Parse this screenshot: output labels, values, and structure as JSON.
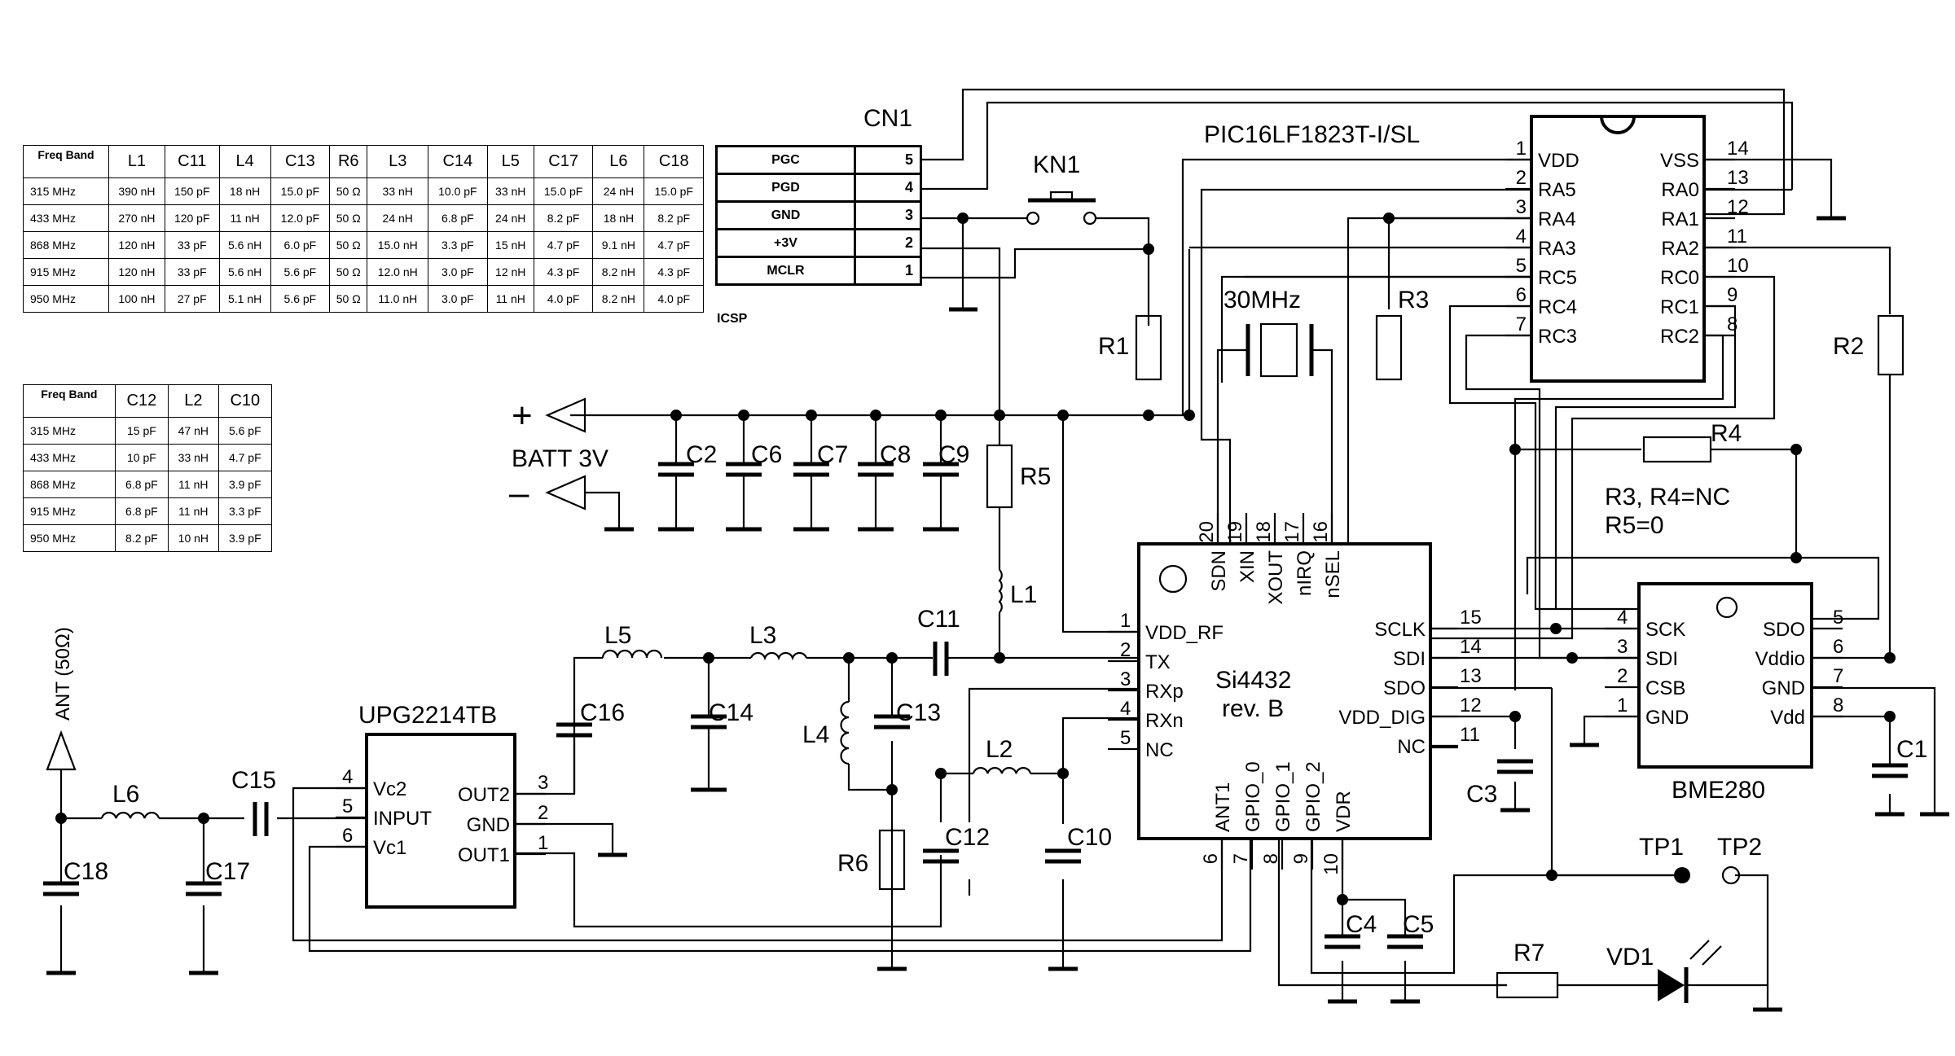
{
  "tables": {
    "table1": {
      "headers": [
        "Freq Band",
        "L1",
        "C11",
        "L4",
        "C13",
        "R6",
        "L3",
        "C14",
        "L5",
        "C17",
        "L6",
        "C18"
      ],
      "rows": [
        [
          "315 MHz",
          "390 nH",
          "150 pF",
          "18 nH",
          "15.0 pF",
          "50 Ω",
          "33 nH",
          "10.0 pF",
          "33 nH",
          "15.0 pF",
          "24 nH",
          "15.0 pF"
        ],
        [
          "433 MHz",
          "270 nH",
          "120 pF",
          "11 nH",
          "12.0 pF",
          "50 Ω",
          "24 nH",
          "6.8 pF",
          "24 nH",
          "8.2 pF",
          "18 nH",
          "8.2 pF"
        ],
        [
          "868 MHz",
          "120 nH",
          "33 pF",
          "5.6 nH",
          "6.0 pF",
          "50 Ω",
          "15.0 nH",
          "3.3 pF",
          "15 nH",
          "4.7 pF",
          "9.1 nH",
          "4.7 pF"
        ],
        [
          "915 MHz",
          "120 nH",
          "33 pF",
          "5.6 nH",
          "5.6 pF",
          "50 Ω",
          "12.0 nH",
          "3.0 pF",
          "12 nH",
          "4.3 pF",
          "8.2 nH",
          "4.3 pF"
        ],
        [
          "950 MHz",
          "100 nH",
          "27 pF",
          "5.1 nH",
          "5.6 pF",
          "50 Ω",
          "11.0 nH",
          "3.0 pF",
          "11 nH",
          "4.0 pF",
          "8.2 nH",
          "4.0 pF"
        ]
      ]
    },
    "table2": {
      "headers": [
        "Freq Band",
        "C12",
        "L2",
        "C10"
      ],
      "rows": [
        [
          "315 MHz",
          "15 pF",
          "47 nH",
          "5.6 pF"
        ],
        [
          "433 MHz",
          "10 pF",
          "33 nH",
          "4.7 pF"
        ],
        [
          "868 MHz",
          "6.8 pF",
          "11 nH",
          "3.9 pF"
        ],
        [
          "915 MHz",
          "6.8 pF",
          "11 nH",
          "3.3 pF"
        ],
        [
          "950 MHz",
          "8.2 pF",
          "10 nH",
          "3.9 pF"
        ]
      ]
    }
  },
  "cn1": {
    "title": "CN1",
    "subtitle": "ICSP",
    "rows": [
      {
        "label": "PGC",
        "pin": "5"
      },
      {
        "label": "PGD",
        "pin": "4"
      },
      {
        "label": "GND",
        "pin": "3"
      },
      {
        "label": "+3V",
        "pin": "2"
      },
      {
        "label": "MCLR",
        "pin": "1"
      }
    ]
  },
  "labels": {
    "kn1": "KN1",
    "pic_name": "PIC16LF1823T-I/SL",
    "crystal": "30MHz",
    "r1": "R1",
    "r2": "R2",
    "r3": "R3",
    "r4": "R4",
    "r5": "R5",
    "r6": "R6",
    "r7": "R7",
    "r_note1": "R3, R4=NC",
    "r_note2": "R5=0",
    "batt": "BATT 3V",
    "plus": "+",
    "minus": "–",
    "c1": "C1",
    "c2": "C2",
    "c3": "C3",
    "c4": "C4",
    "c5": "C5",
    "c6": "C6",
    "c7": "C7",
    "c8": "C8",
    "c9": "C9",
    "c10": "C10",
    "c11": "C11",
    "c12": "C12",
    "c13": "C13",
    "c14": "C14",
    "c15": "C15",
    "c16": "C16",
    "c17": "C17",
    "c18": "C18",
    "l1": "L1",
    "l2": "L2",
    "l3": "L3",
    "l4": "L4",
    "l5": "L5",
    "l6": "L6",
    "ant": "ANT (50Ω)",
    "upg_name": "UPG2214TB",
    "si_name1": "Si4432",
    "si_name2": "rev. B",
    "bme_name": "BME280",
    "tp1": "TP1",
    "tp2": "TP2",
    "vd1": "VD1"
  },
  "pic": {
    "left_pins": [
      {
        "num": "1",
        "name": "VDD"
      },
      {
        "num": "2",
        "name": "RA5"
      },
      {
        "num": "3",
        "name": "RA4"
      },
      {
        "num": "4",
        "name": "RA3"
      },
      {
        "num": "5",
        "name": "RC5"
      },
      {
        "num": "6",
        "name": "RC4"
      },
      {
        "num": "7",
        "name": "RC3"
      }
    ],
    "right_pins": [
      {
        "num": "14",
        "name": "VSS"
      },
      {
        "num": "13",
        "name": "RA0"
      },
      {
        "num": "12",
        "name": "RA1"
      },
      {
        "num": "11",
        "name": "RA2"
      },
      {
        "num": "10",
        "name": "RC0"
      },
      {
        "num": "9",
        "name": "RC1"
      },
      {
        "num": "8",
        "name": "RC2"
      }
    ]
  },
  "si4432": {
    "left_pins": [
      {
        "num": "1",
        "name": "VDD_RF"
      },
      {
        "num": "2",
        "name": "TX"
      },
      {
        "num": "3",
        "name": "RXp"
      },
      {
        "num": "4",
        "name": "RXn"
      },
      {
        "num": "5",
        "name": "NC"
      }
    ],
    "right_pins": [
      {
        "num": "15",
        "name": "SCLK"
      },
      {
        "num": "14",
        "name": "SDI"
      },
      {
        "num": "13",
        "name": "SDO"
      },
      {
        "num": "12",
        "name": "VDD_DIG"
      },
      {
        "num": "11",
        "name": "NC"
      }
    ],
    "top_pins": [
      {
        "num": "20",
        "name": "SDN"
      },
      {
        "num": "19",
        "name": "XIN"
      },
      {
        "num": "18",
        "name": "XOUT"
      },
      {
        "num": "17",
        "name": "nIRQ"
      },
      {
        "num": "16",
        "name": "nSEL"
      }
    ],
    "bottom_pins": [
      {
        "num": "6",
        "name": "ANT1"
      },
      {
        "num": "7",
        "name": "GPIO_0"
      },
      {
        "num": "8",
        "name": "GPIO_1"
      },
      {
        "num": "9",
        "name": "GPIO_2"
      },
      {
        "num": "10",
        "name": "VDR"
      }
    ]
  },
  "bme280": {
    "left_pins": [
      {
        "num": "4",
        "name": "SCK"
      },
      {
        "num": "3",
        "name": "SDI"
      },
      {
        "num": "2",
        "name": "CSB"
      },
      {
        "num": "1",
        "name": "GND"
      }
    ],
    "right_pins": [
      {
        "num": "5",
        "name": "SDO"
      },
      {
        "num": "6",
        "name": "Vddio"
      },
      {
        "num": "7",
        "name": "GND"
      },
      {
        "num": "8",
        "name": "Vdd"
      }
    ]
  },
  "upg": {
    "left_pins": [
      {
        "num": "4",
        "name": "Vc2"
      },
      {
        "num": "5",
        "name": "INPUT"
      },
      {
        "num": "6",
        "name": "Vc1"
      }
    ],
    "right_pins": [
      {
        "num": "3",
        "name": "OUT2"
      },
      {
        "num": "2",
        "name": "GND"
      },
      {
        "num": "1",
        "name": "OUT1"
      }
    ]
  }
}
